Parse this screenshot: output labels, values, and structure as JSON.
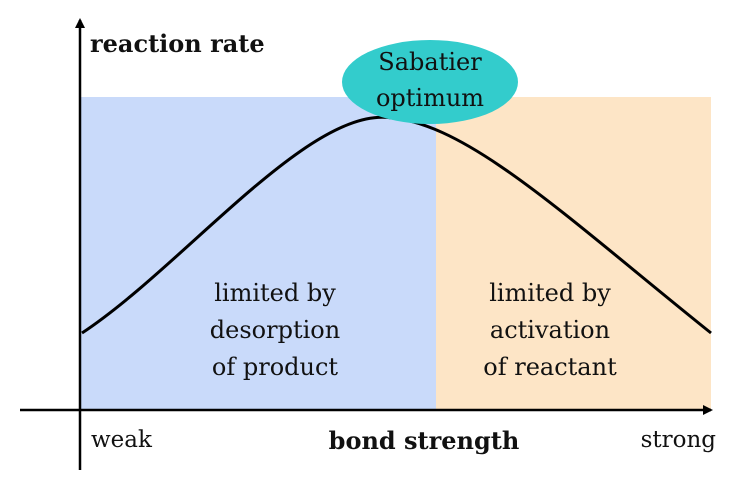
{
  "axes": {
    "y_label": "reaction rate",
    "x_label": "bond strength",
    "x_min_label": "weak",
    "x_max_label": "strong"
  },
  "optimum": {
    "line1": "Sabatier",
    "line2": "optimum"
  },
  "regions": {
    "left": {
      "lines": [
        "limited by",
        "desorption",
        "of product"
      ]
    },
    "right": {
      "lines": [
        "limited by",
        "activation",
        "of reactant"
      ]
    }
  },
  "colors": {
    "left_region": "#c9dafa",
    "right_region": "#fde5c6",
    "optimum_bubble": "#33cccc",
    "curve": "#000000",
    "axes": "#000000"
  }
}
